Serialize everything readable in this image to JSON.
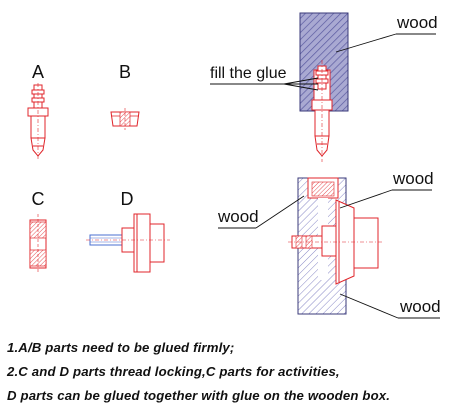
{
  "parts": {
    "a": "A",
    "b": "B",
    "c": "C",
    "d": "D"
  },
  "callouts": {
    "wood_top": "wood",
    "fill_glue": "fill the glue",
    "wood_right": "wood",
    "wood_left": "wood",
    "wood_bottom": "wood"
  },
  "notes": [
    "1.A/B  parts  need  to  be  glued firmly;",
    "2.C and D parts thread locking,C parts for activities,",
    "D parts can be glued together with glue on the wooden box."
  ],
  "colors": {
    "part_outline": "#e0262b",
    "wood_hatch": "#5a5aa0",
    "wood_fill": "#9c9cc8",
    "center_line": "#e0262b",
    "pin": "#4a6fd0"
  }
}
